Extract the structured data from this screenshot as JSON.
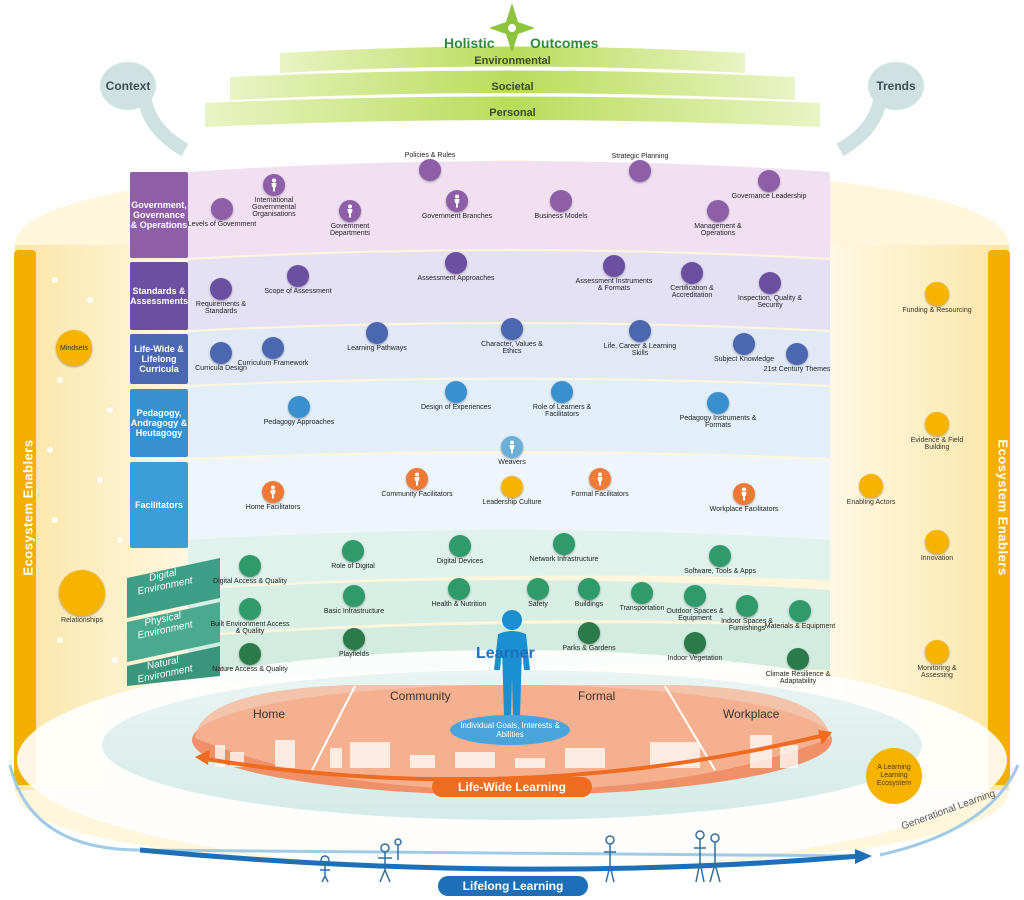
{
  "title": {
    "left": "Holistic",
    "right": "Outcomes"
  },
  "outcome_bands": [
    "Environmental",
    "Societal",
    "Personal"
  ],
  "context_label": "Context",
  "trends_label": "Trends",
  "ecosystem_enablers_label": "Ecosystem Enablers",
  "layers": [
    {
      "label": "Government, Governance & Operations",
      "color": "#8e5ea8"
    },
    {
      "label": "Standards & Assessments",
      "color": "#6b4fa0"
    },
    {
      "label": "Life-Wide & Lifelong Curricula",
      "color": "#4a67b0"
    },
    {
      "label": "Pedagogy, Andragogy & Heutagogy",
      "color": "#3a8fcf"
    },
    {
      "label": "Facilitators",
      "color": "#3c9ed6"
    }
  ],
  "environments": [
    "Digital Environment",
    "Physical Environment",
    "Natural Environment"
  ],
  "nodes": {
    "government": [
      "Levels of Government",
      "International Governmental Organisations",
      "Government Departments",
      "Policies & Rules",
      "Government Branches",
      "Business Models",
      "Strategic Planning",
      "Management & Operations",
      "Governance Leadership"
    ],
    "standards": [
      "Requirements & Standards",
      "Scope of Assessment",
      "Assessment Approaches",
      "Assessment Instruments & Formats",
      "Certification & Accreditation",
      "Inspection, Quality & Security"
    ],
    "curricula": [
      "Curricula Design",
      "Curriculum Framework",
      "Learning Pathways",
      "Character, Values & Ethics",
      "Life, Career & Learning Skills",
      "Subject Knowledge",
      "21st Century Themes"
    ],
    "pedagogy": [
      "Pedagogy Approaches",
      "Design of Experiences",
      "Role of Learners & Facilitators",
      "Pedagogy Instruments & Formats"
    ],
    "facilitators": [
      "Weavers",
      "Leadership Culture",
      "Home Facilitators",
      "Community Facilitators",
      "Formal Facilitators",
      "Workplace Facilitators"
    ],
    "digital": [
      "Digital Access & Quality",
      "Role of Digital",
      "Digital Devices",
      "Network Infrastructure",
      "Software, Tools & Apps"
    ],
    "physical": [
      "Built Environment Access & Quality",
      "Basic Infrastructure",
      "Health & Nutrition",
      "Safety",
      "Buildings",
      "Transportation",
      "Outdoor Spaces & Equipment",
      "Indoor Spaces & Furnishings",
      "Materials & Equipment"
    ],
    "natural": [
      "Nature Access & Quality",
      "Playfields",
      "Parks & Gardens",
      "Indoor Vegetation",
      "Climate Resilience & Adaptability"
    ]
  },
  "left_enablers": [
    "Mindsets",
    "Relationships"
  ],
  "right_enablers": [
    "Funding & Resourcing",
    "Evidence & Field Building",
    "Enabling Actors",
    "Innovation",
    "Monitoring & Assessing"
  ],
  "learner": {
    "label": "Learner",
    "goals": "Individual Goals, Interests & Abilities"
  },
  "settings": [
    "Home",
    "Community",
    "Formal",
    "Workplace"
  ],
  "life_wide_label": "Life-Wide Learning",
  "lifelong_label": "Lifelong Learning",
  "generational_label": "Generational Learning",
  "ecosystem_badge": "A Learning Learning Ecosystem",
  "colors": {
    "purple": "#8e5ea8",
    "indigo": "#4a67b0",
    "blue": "#3a8fcf",
    "orange": "#ef7a35",
    "green": "#2f9a6a",
    "yellow": "#f6b400"
  }
}
